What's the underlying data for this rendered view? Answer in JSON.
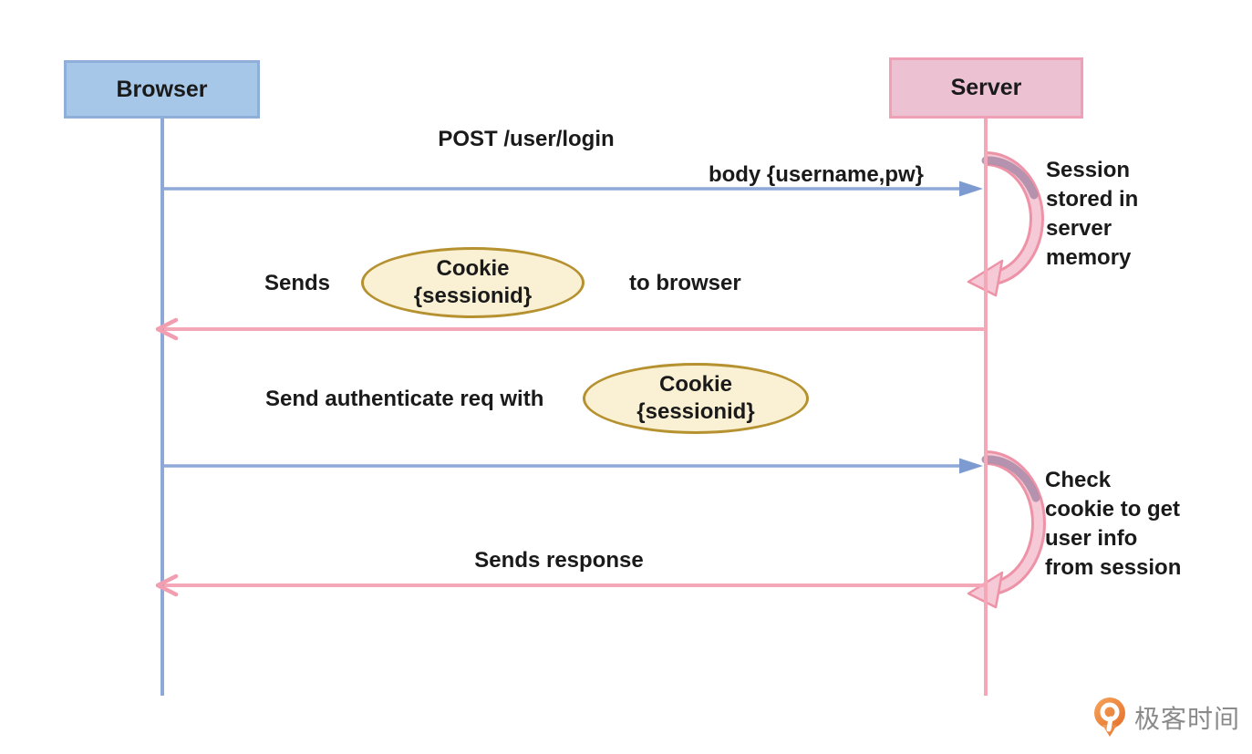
{
  "diagram": {
    "actors": [
      {
        "label": "Browser"
      },
      {
        "label": "Server"
      }
    ],
    "messages": {
      "login_request_line1": "POST /user/login",
      "login_request_line2": "body {username,pw}",
      "send_cookie_prefix": "Sends",
      "send_cookie_suffix": "to browser",
      "auth_request": "Send authenticate req with",
      "response": "Sends response"
    },
    "cookie": {
      "line1": "Cookie",
      "line2": "{sessionid}"
    },
    "notes": {
      "session_lines": [
        "Session",
        "stored in",
        "server",
        "memory"
      ],
      "check_lines": [
        "Check",
        "cookie to get",
        "user info",
        "from session"
      ]
    }
  },
  "branding": {
    "logo_text": "极客时间"
  },
  "colors": {
    "browser_fill": "#A7C7E8",
    "browser_border": "#8FAFD8",
    "server_fill": "#ECC2D2",
    "server_border": "#EF9FB6",
    "blue_line": "#8EA9D8",
    "pink_line": "#F4A7B6",
    "ellipse_fill": "#FAF0D3",
    "ellipse_border": "#B5912F",
    "loop_fill": "#F5C9D5",
    "loop_border": "#EE92A7",
    "loop_shadow": "#AE8CA9",
    "text": "#1A1A1A",
    "logo_orange": "#EE8438",
    "logo_text_color": "#8A8A8A"
  }
}
